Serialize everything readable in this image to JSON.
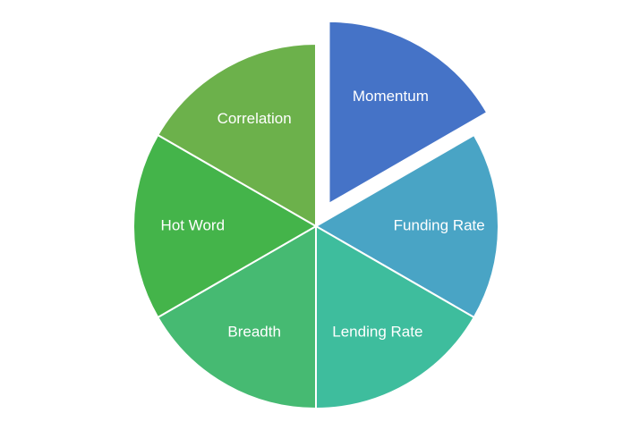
{
  "canvas": {
    "background": "#ffffff"
  },
  "chart_data": {
    "type": "pie",
    "title": "",
    "labels": [
      "Momentum",
      "Funding Rate",
      "Lending Rate",
      "Breadth",
      "Hot Word",
      "Correlation"
    ],
    "values": [
      16.7,
      16.7,
      16.7,
      16.7,
      16.7,
      16.7
    ],
    "slice_angle_deg": 60,
    "colors": [
      "#4573C7",
      "#49A4C5",
      "#3EBD9D",
      "#46BA72",
      "#44B44A",
      "#6CB14B"
    ],
    "start_angle_deg": 0,
    "direction": "clockwise",
    "exploded_slice": "Momentum",
    "slice_border_color": "#FFFFFF",
    "label_color": "#FFFFFF",
    "legend": "none",
    "data_labels": "category-name-inside"
  }
}
